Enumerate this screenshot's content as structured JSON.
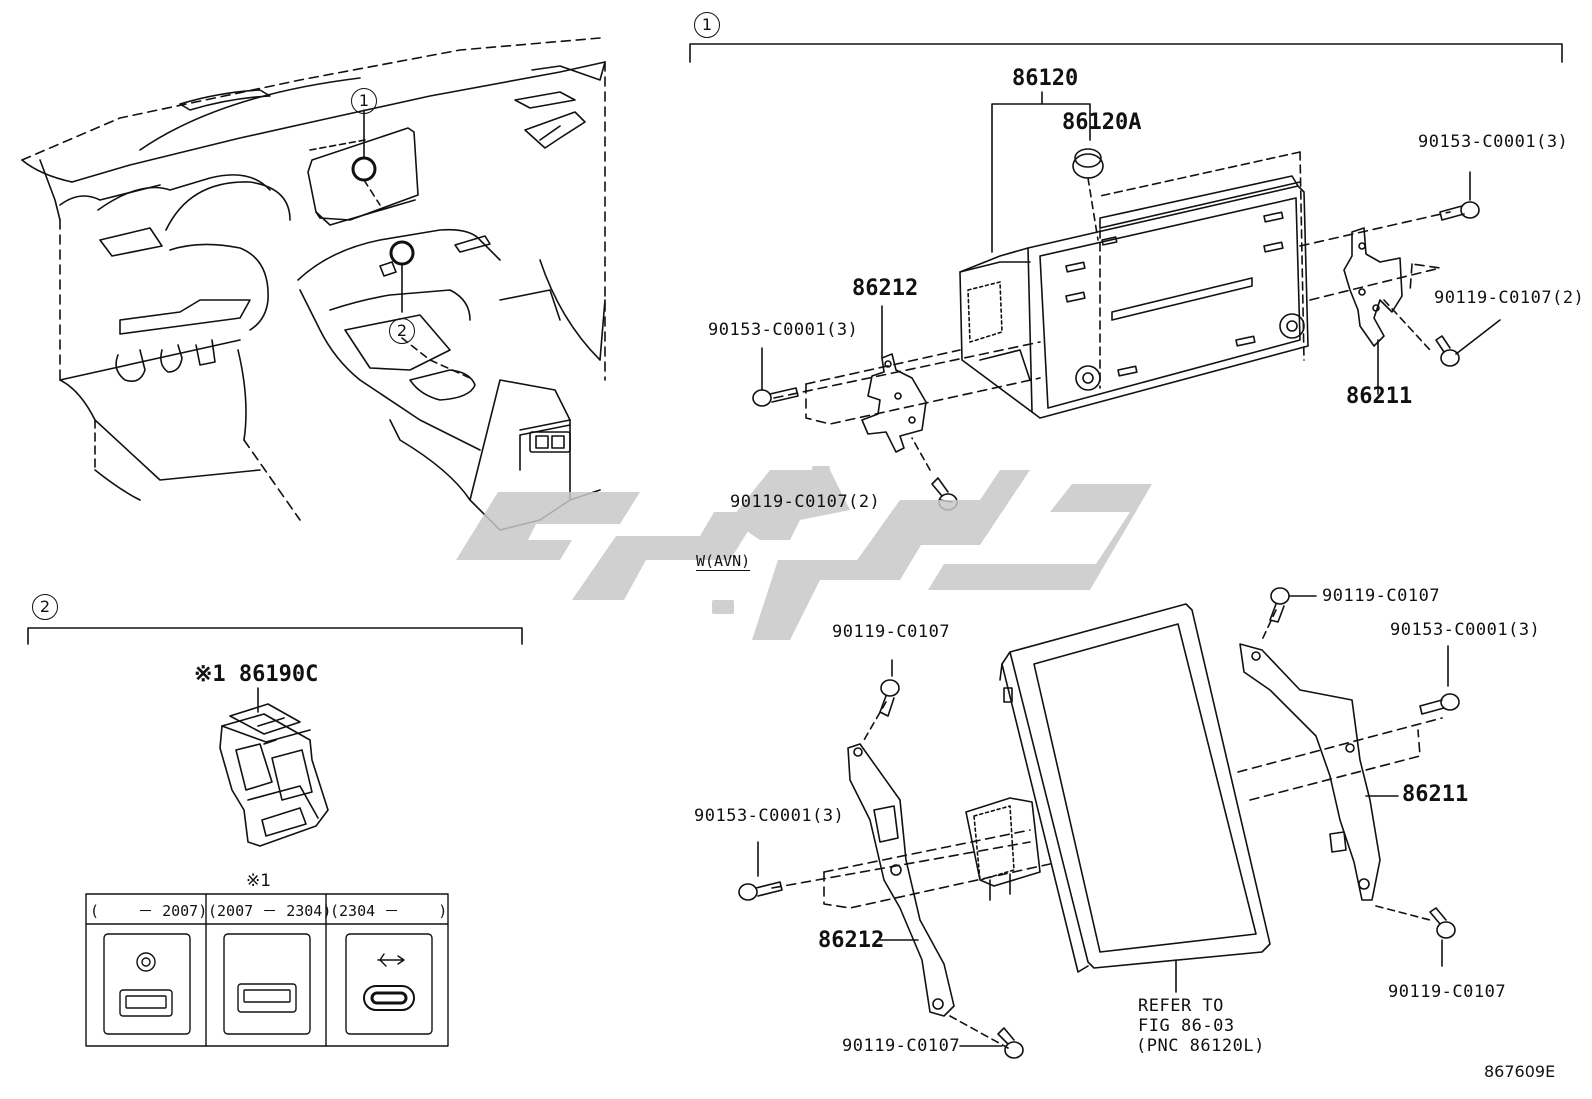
{
  "diagram": {
    "figure_number": "867609E",
    "callouts": {
      "one": "1",
      "two": "2",
      "dash_one": "1",
      "dash_two": "2",
      "section_one": "1",
      "section_two": "2"
    },
    "variant_label": "W(AVN)",
    "note_mark": "※1",
    "part_86190C": "※1 86190C",
    "upper_unit": {
      "p86120": "86120",
      "p86120A": "86120A",
      "p86212": "86212",
      "p86211": "86211",
      "bolt_left": "90153-C0001(3)",
      "bolt_right": "90153-C0001(3)",
      "screw_bottom": "90119-C0107(2)",
      "screw_right": "90119-C0107(2)"
    },
    "lower_unit": {
      "p86212": "86212",
      "p86211": "86211",
      "screw_top_left": "90119-C0107",
      "screw_top_right": "90119-C0107",
      "bolt_left": "90153-C0001(3)",
      "bolt_right": "90153-C0001(3)",
      "screw_bottom_left": "90119-C0107",
      "screw_bottom_right": "90119-C0107",
      "refer_line1": "REFER TO",
      "refer_line2": "FIG 86-03",
      "refer_line3": "(PNC 86120L)"
    },
    "table": {
      "col1": "(　　 － 2007)",
      "col2": "(2007 － 2304)",
      "col3": "(2304 －　　 )"
    }
  }
}
